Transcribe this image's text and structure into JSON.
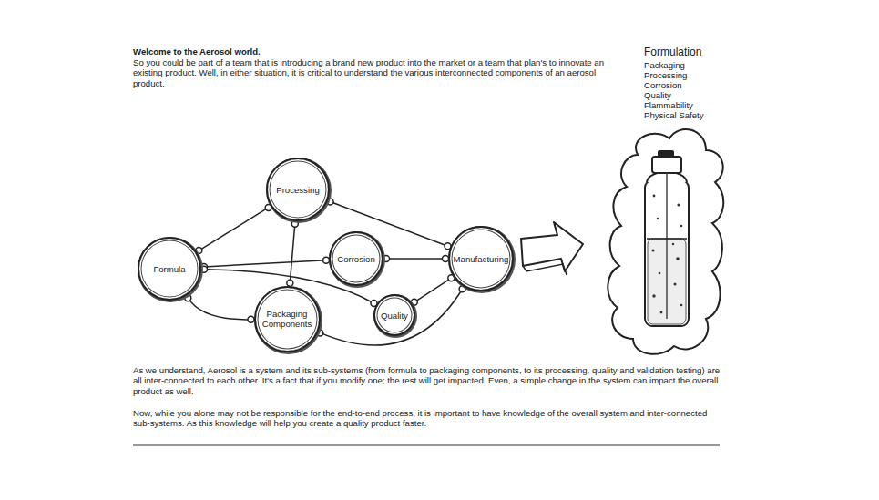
{
  "diagram": {
    "title": "Welcome to the Aerosol world.",
    "nodes": [
      {
        "text": [
          "Formula"
        ]
      },
      {
        "text": [
          "Processing"
        ]
      },
      {
        "text": [
          "Corrosion"
        ]
      },
      {
        "text": [
          "Manufacturing"
        ]
      },
      {
        "text": [
          "Packaging Components"
        ]
      },
      {
        "text": [
          "Quality"
        ]
      }
    ],
    "edges": [
      {
        "from": 0,
        "to": 1,
        "arrow": "none"
      },
      {
        "from": 0,
        "to": 2,
        "arrow": "none"
      },
      {
        "from": 0,
        "to": 5,
        "arrow": "none"
      },
      {
        "from": 0,
        "to": 4,
        "arrow": "none"
      },
      {
        "from": 1,
        "to": 4,
        "arrow": "none"
      },
      {
        "from": 1,
        "to": 3,
        "arrow": "none"
      },
      {
        "from": 2,
        "to": 3,
        "arrow": "none"
      },
      {
        "from": 3,
        "to": 5,
        "arrow": "none"
      },
      {
        "from": 4,
        "to": 3,
        "arrow": "none"
      }
    ],
    "labels": [
      "So you could be part of a team that is introducing a brand new product into the market or a team that plan's to innovate an existing product. Well, in either situation, it is critical to understand the various interconnected components of an aerosol product.",
      "Formulation",
      "Packaging",
      "Processing",
      "Corrosion",
      "Quality",
      "Flammability",
      "Physical Safety",
      "As we understand, Aerosol is a system and its sub-systems (from formula to packaging components, to its processing, quality and validation testing) are all inter-connected to each other. It's a fact that if  you modify one; the rest will get impacted. Even, a simple change in the system can impact the overall product as well.",
      "Now, while you alone may not be responsible for the end-to-end process, it is important to have knowledge of the overall system and inter-connected sub-systems. As this knowledge will help you create a quality product faster."
    ]
  }
}
